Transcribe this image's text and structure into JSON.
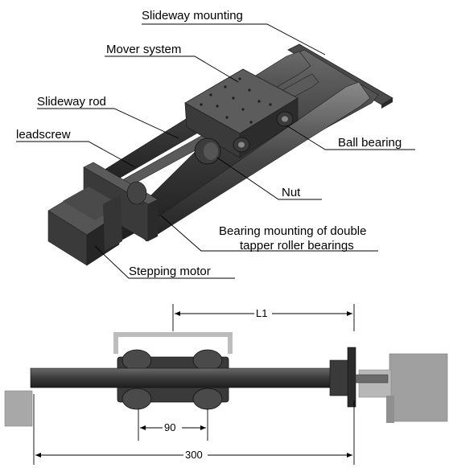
{
  "labels": {
    "slideway_mounting": "Slideway mounting",
    "mover_system": "Mover system",
    "slideway_rod": "Slideway rod",
    "leadscrew": "leadscrew",
    "ball_bearing": "Ball bearing",
    "nut": "Nut",
    "bearing_mounting_line1": "Bearing mounting of double",
    "bearing_mounting_line2": "tapper roller bearings",
    "stepping_motor": "Stepping motor"
  },
  "dimensions": {
    "l1": "L1",
    "d90": "90",
    "d300": "300"
  },
  "colors": {
    "dark_part": "#3a3a3a",
    "mid_part": "#555555",
    "light_part": "#bdbdbd",
    "line": "#000000"
  }
}
